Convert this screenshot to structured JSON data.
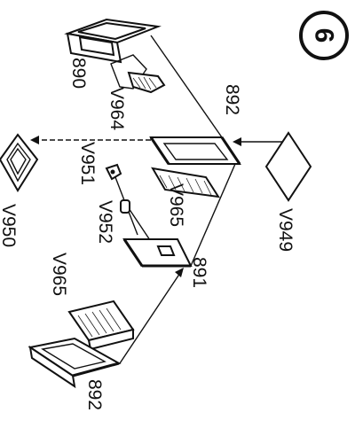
{
  "step": {
    "number": "6"
  },
  "parts": [
    {
      "id": "892-top",
      "label": "892"
    },
    {
      "id": "890",
      "label": "890"
    },
    {
      "id": "V964",
      "label": "V964"
    },
    {
      "id": "V951",
      "label": "V951"
    },
    {
      "id": "V965-center",
      "label": "V965"
    },
    {
      "id": "V952",
      "label": "V952"
    },
    {
      "id": "V949",
      "label": "V949"
    },
    {
      "id": "V950",
      "label": "V950"
    },
    {
      "id": "891",
      "label": "891"
    },
    {
      "id": "V965-bottom",
      "label": "V965"
    },
    {
      "id": "892-bottom",
      "label": "892"
    }
  ]
}
